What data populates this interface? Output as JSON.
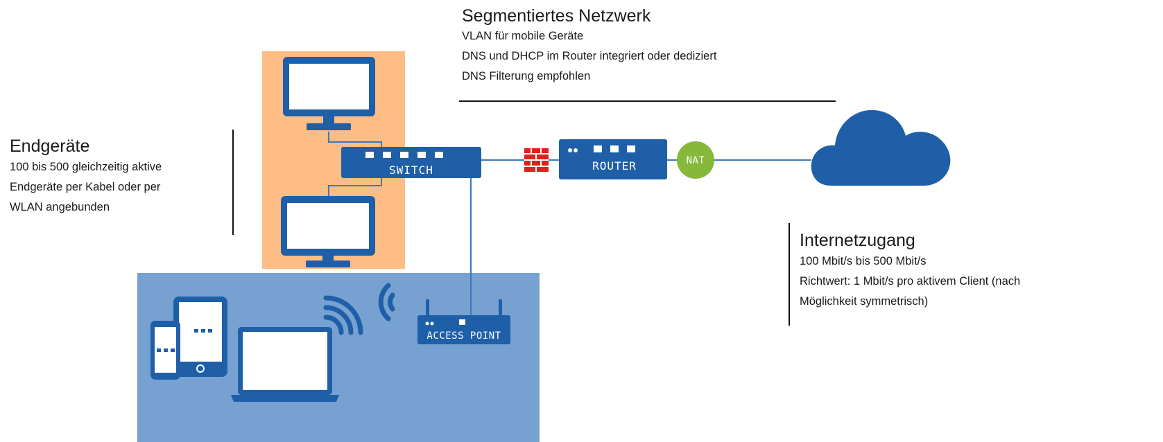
{
  "network": {
    "heading": "Segmentiertes Netzwerk",
    "lines": [
      "VLAN für mobile Geräte",
      "DNS und DHCP im Router integriert oder dediziert",
      "DNS Filterung empfohlen"
    ]
  },
  "endpoints": {
    "heading": "Endgeräte",
    "lines": [
      "100 bis 500 gleichzeitig aktive",
      "Endgeräte per Kabel oder per",
      "WLAN angebunden"
    ]
  },
  "internet": {
    "heading": "Internetzugang",
    "lines": [
      "100 Mbit/s bis 500 Mbit/s",
      "Richtwert: 1 Mbit/s pro aktivem Client (nach",
      "Möglichkeit symmetrisch)"
    ]
  },
  "devices": {
    "switch_label": "SWITCH",
    "router_label": "ROUTER",
    "nat_label": "NAT",
    "access_point_label": "ACCESS POINT"
  },
  "colors": {
    "device_blue": "#1e5fa8",
    "wired_zone": "#fdbd85",
    "wireless_zone": "#76a1d1",
    "firewall_red": "#e0201d",
    "nat_green": "#86b83a",
    "line_blue": "#3d78b8"
  },
  "icons": [
    "monitor-icon",
    "switch-icon",
    "firewall-icon",
    "router-icon",
    "nat-badge",
    "cloud-icon",
    "access-point-icon",
    "smartphone-icon",
    "tablet-icon",
    "laptop-icon",
    "wifi-signal-icon"
  ]
}
